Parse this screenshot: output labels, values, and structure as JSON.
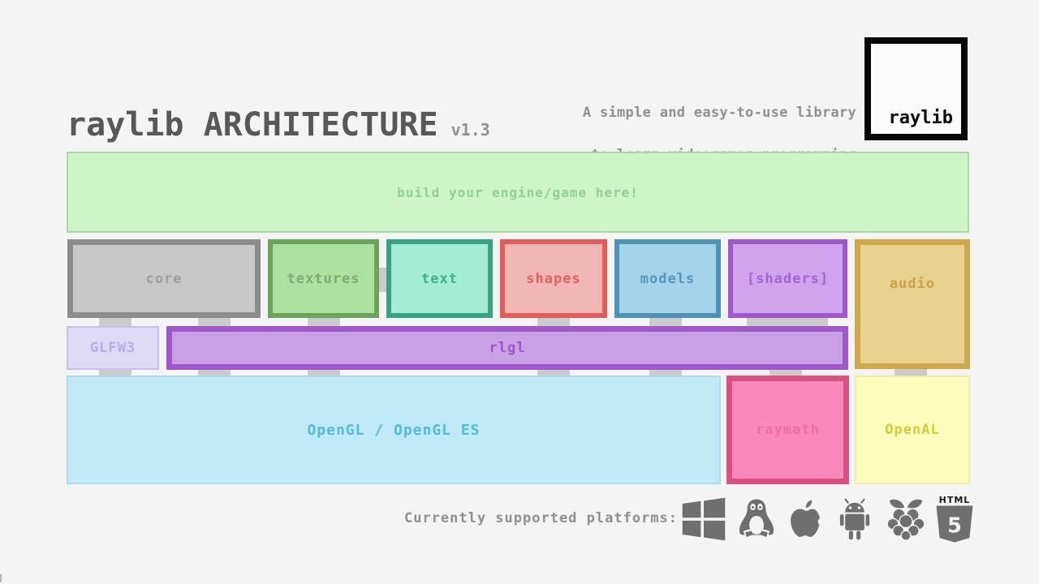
{
  "colors": {
    "background": "#f4f4f4",
    "title": "#585858",
    "muted": "#8f8f8f",
    "connector": "#cbcbcb",
    "icon": "#6f6f6f"
  },
  "header": {
    "title": "raylib ARCHITECTURE",
    "version": "v1.3",
    "tagline_line1": "A simple and easy-to-use library",
    "tagline_line2": "to learn videogames programming",
    "logo_label": "raylib"
  },
  "diagram": {
    "engine_box": {
      "label": "build your engine/game here!",
      "fill": "#cdf5c8",
      "border": "#abd8a6",
      "text": "#93ce93"
    },
    "modules": [
      {
        "id": "core",
        "label": "core",
        "fill": "#c7c7c7",
        "border": "#8c8c8c",
        "text": "#9e9e9e"
      },
      {
        "id": "textures",
        "label": "textures",
        "fill": "#ace09c",
        "border": "#6aa35c",
        "text": "#83a877"
      },
      {
        "id": "text",
        "label": "text",
        "fill": "#a4ecd4",
        "border": "#39a184",
        "text": "#3fae8e"
      },
      {
        "id": "shapes",
        "label": "shapes",
        "fill": "#efb6b4",
        "border": "#e25c5c",
        "text": "#e56060"
      },
      {
        "id": "models",
        "label": "models",
        "fill": "#a3d3e8",
        "border": "#4e92b6",
        "text": "#5695bb"
      },
      {
        "id": "shaders",
        "label": "[shaders]",
        "fill": "#cfa4ec",
        "border": "#9e58cc",
        "text": "#a463d2"
      },
      {
        "id": "audio",
        "label": "audio",
        "fill": "#e6d28e",
        "border": "#cfa84b",
        "text": "#c9a23e"
      }
    ],
    "middle": [
      {
        "id": "glfw3",
        "label": "GLFW3",
        "fill": "#dedaf6",
        "border": "#c6c0f0",
        "text": "#b4aee8"
      },
      {
        "id": "rlgl",
        "label": "rlgl",
        "fill": "#c9a0e6",
        "border": "#9e58cc",
        "text": "#9c55cc"
      }
    ],
    "bottom": [
      {
        "id": "opengl",
        "label": "OpenGL / OpenGL ES",
        "fill": "#c0e9f8",
        "border": "#aadcee",
        "text": "#52bcd8"
      },
      {
        "id": "raymath",
        "label": "raymath",
        "fill": "#f989ba",
        "border": "#da5080",
        "text": "#ee6da4"
      },
      {
        "id": "openal",
        "label": "OpenAL",
        "fill": "#fdfcbc",
        "border": "#f0eda0",
        "text": "#d6c93e"
      }
    ]
  },
  "platforms": {
    "label": "Currently supported platforms:",
    "icons": [
      {
        "name": "windows"
      },
      {
        "name": "linux"
      },
      {
        "name": "apple"
      },
      {
        "name": "android"
      },
      {
        "name": "raspberry-pi"
      },
      {
        "name": "html5",
        "badge": "HTML",
        "number": "5"
      }
    ]
  }
}
